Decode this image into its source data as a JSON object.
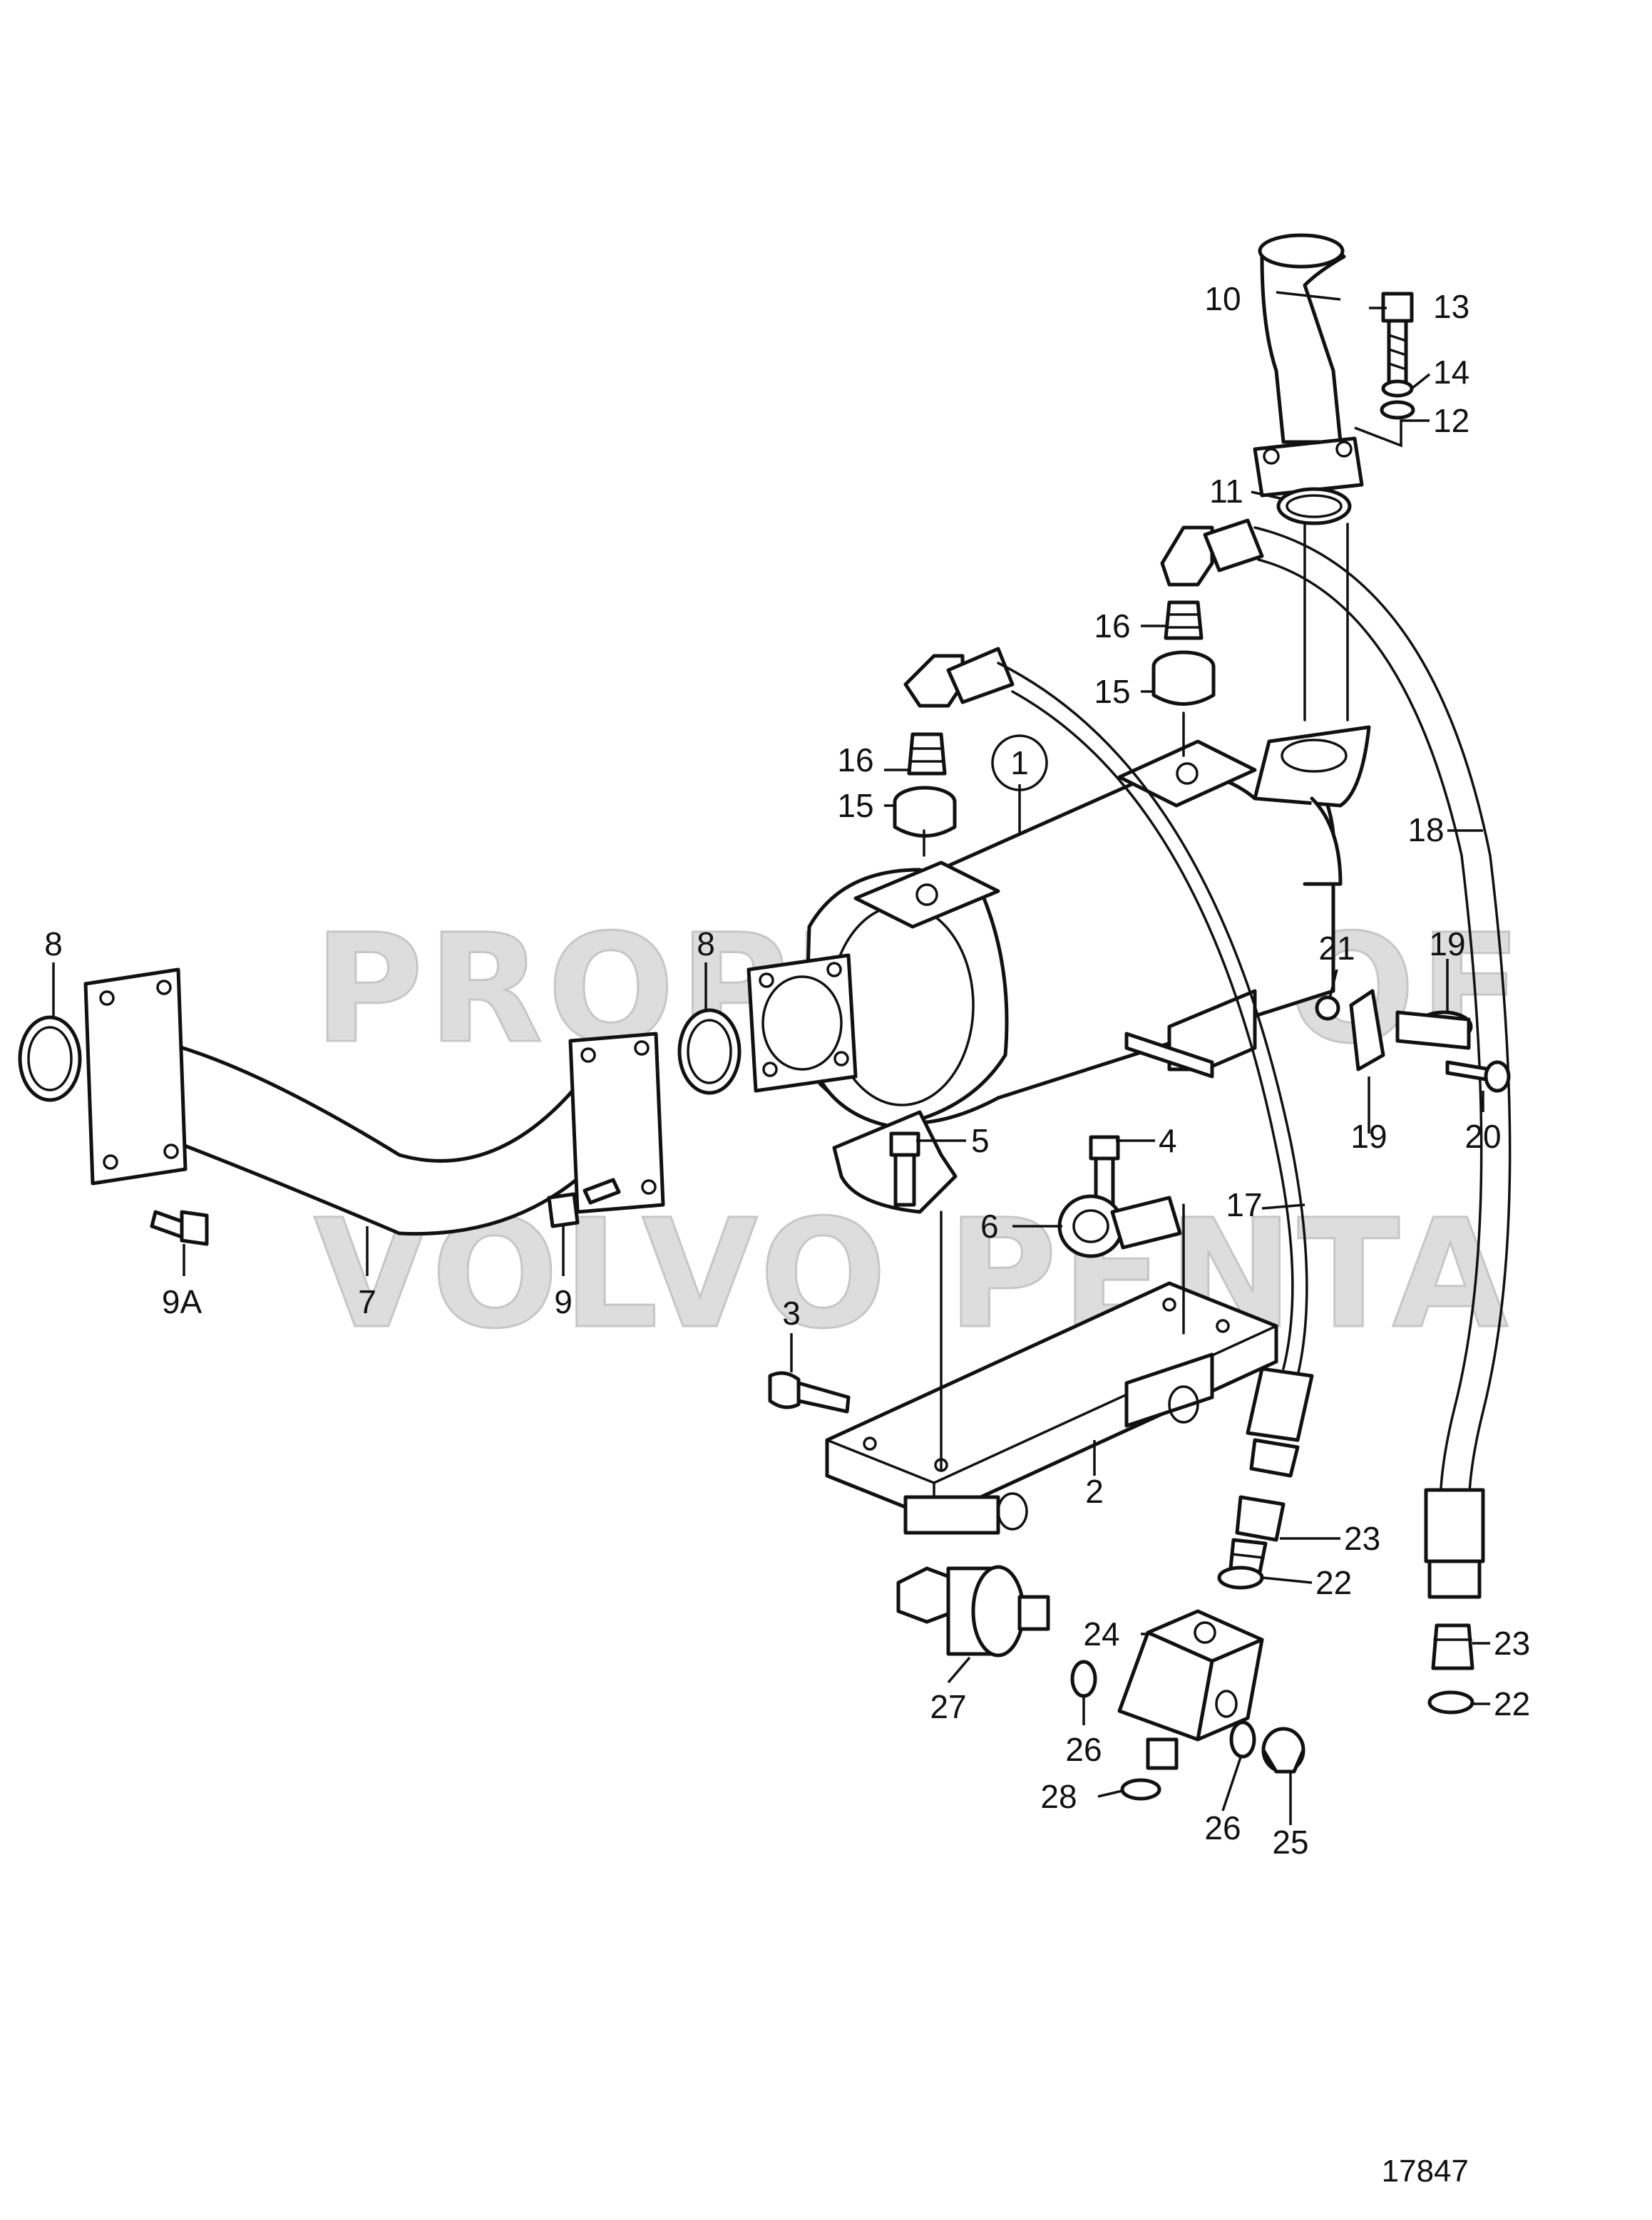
{
  "diagram": {
    "drawing_number": "17847",
    "watermark": [
      "PROPERTY OF",
      "VOLVO PENTA"
    ],
    "callouts": {
      "c1": "1",
      "c2": "2",
      "c3": "3",
      "c4": "4",
      "c5": "5",
      "c6": "6",
      "c7": "7",
      "c8a": "8",
      "c8b": "8",
      "c9": "9",
      "c9a": "9A",
      "c10": "10",
      "c11": "11",
      "c12": "12",
      "c13": "13",
      "c14": "14",
      "c15a": "15",
      "c15b": "15",
      "c16a": "16",
      "c16b": "16",
      "c17": "17",
      "c18": "18",
      "c19a": "19",
      "c19b": "19",
      "c20": "20",
      "c21": "21",
      "c22a": "22",
      "c22b": "22",
      "c23a": "23",
      "c23b": "23",
      "c24": "24",
      "c25": "25",
      "c26a": "26",
      "c26b": "26",
      "c27": "27",
      "c28": "28"
    }
  }
}
